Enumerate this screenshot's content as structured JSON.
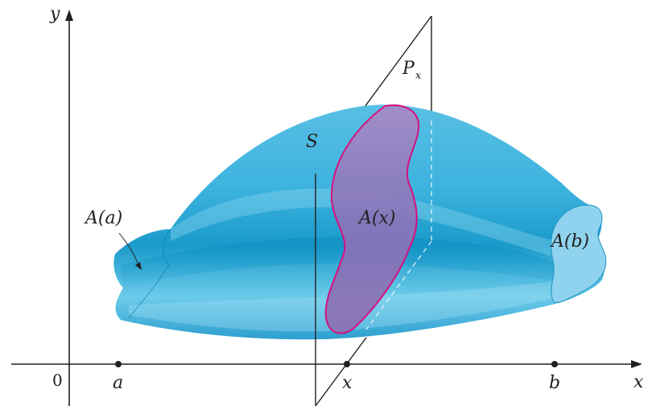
{
  "axes": {
    "x_label": "x",
    "y_label": "y",
    "origin_label": "0",
    "ticks": {
      "a": "a",
      "x": "x",
      "b": "b"
    }
  },
  "solid": {
    "name": "S",
    "color_main": "#2aa6d4",
    "color_light": "#7fd0ec",
    "color_dark": "#0f86b8"
  },
  "plane": {
    "name_main": "P",
    "name_sub": "x"
  },
  "cross_sections": {
    "left": "A(a)",
    "middle": "A(x)",
    "right": "A(b)",
    "section_fill": "#8a6fb5",
    "section_stroke": "#d6107f"
  }
}
